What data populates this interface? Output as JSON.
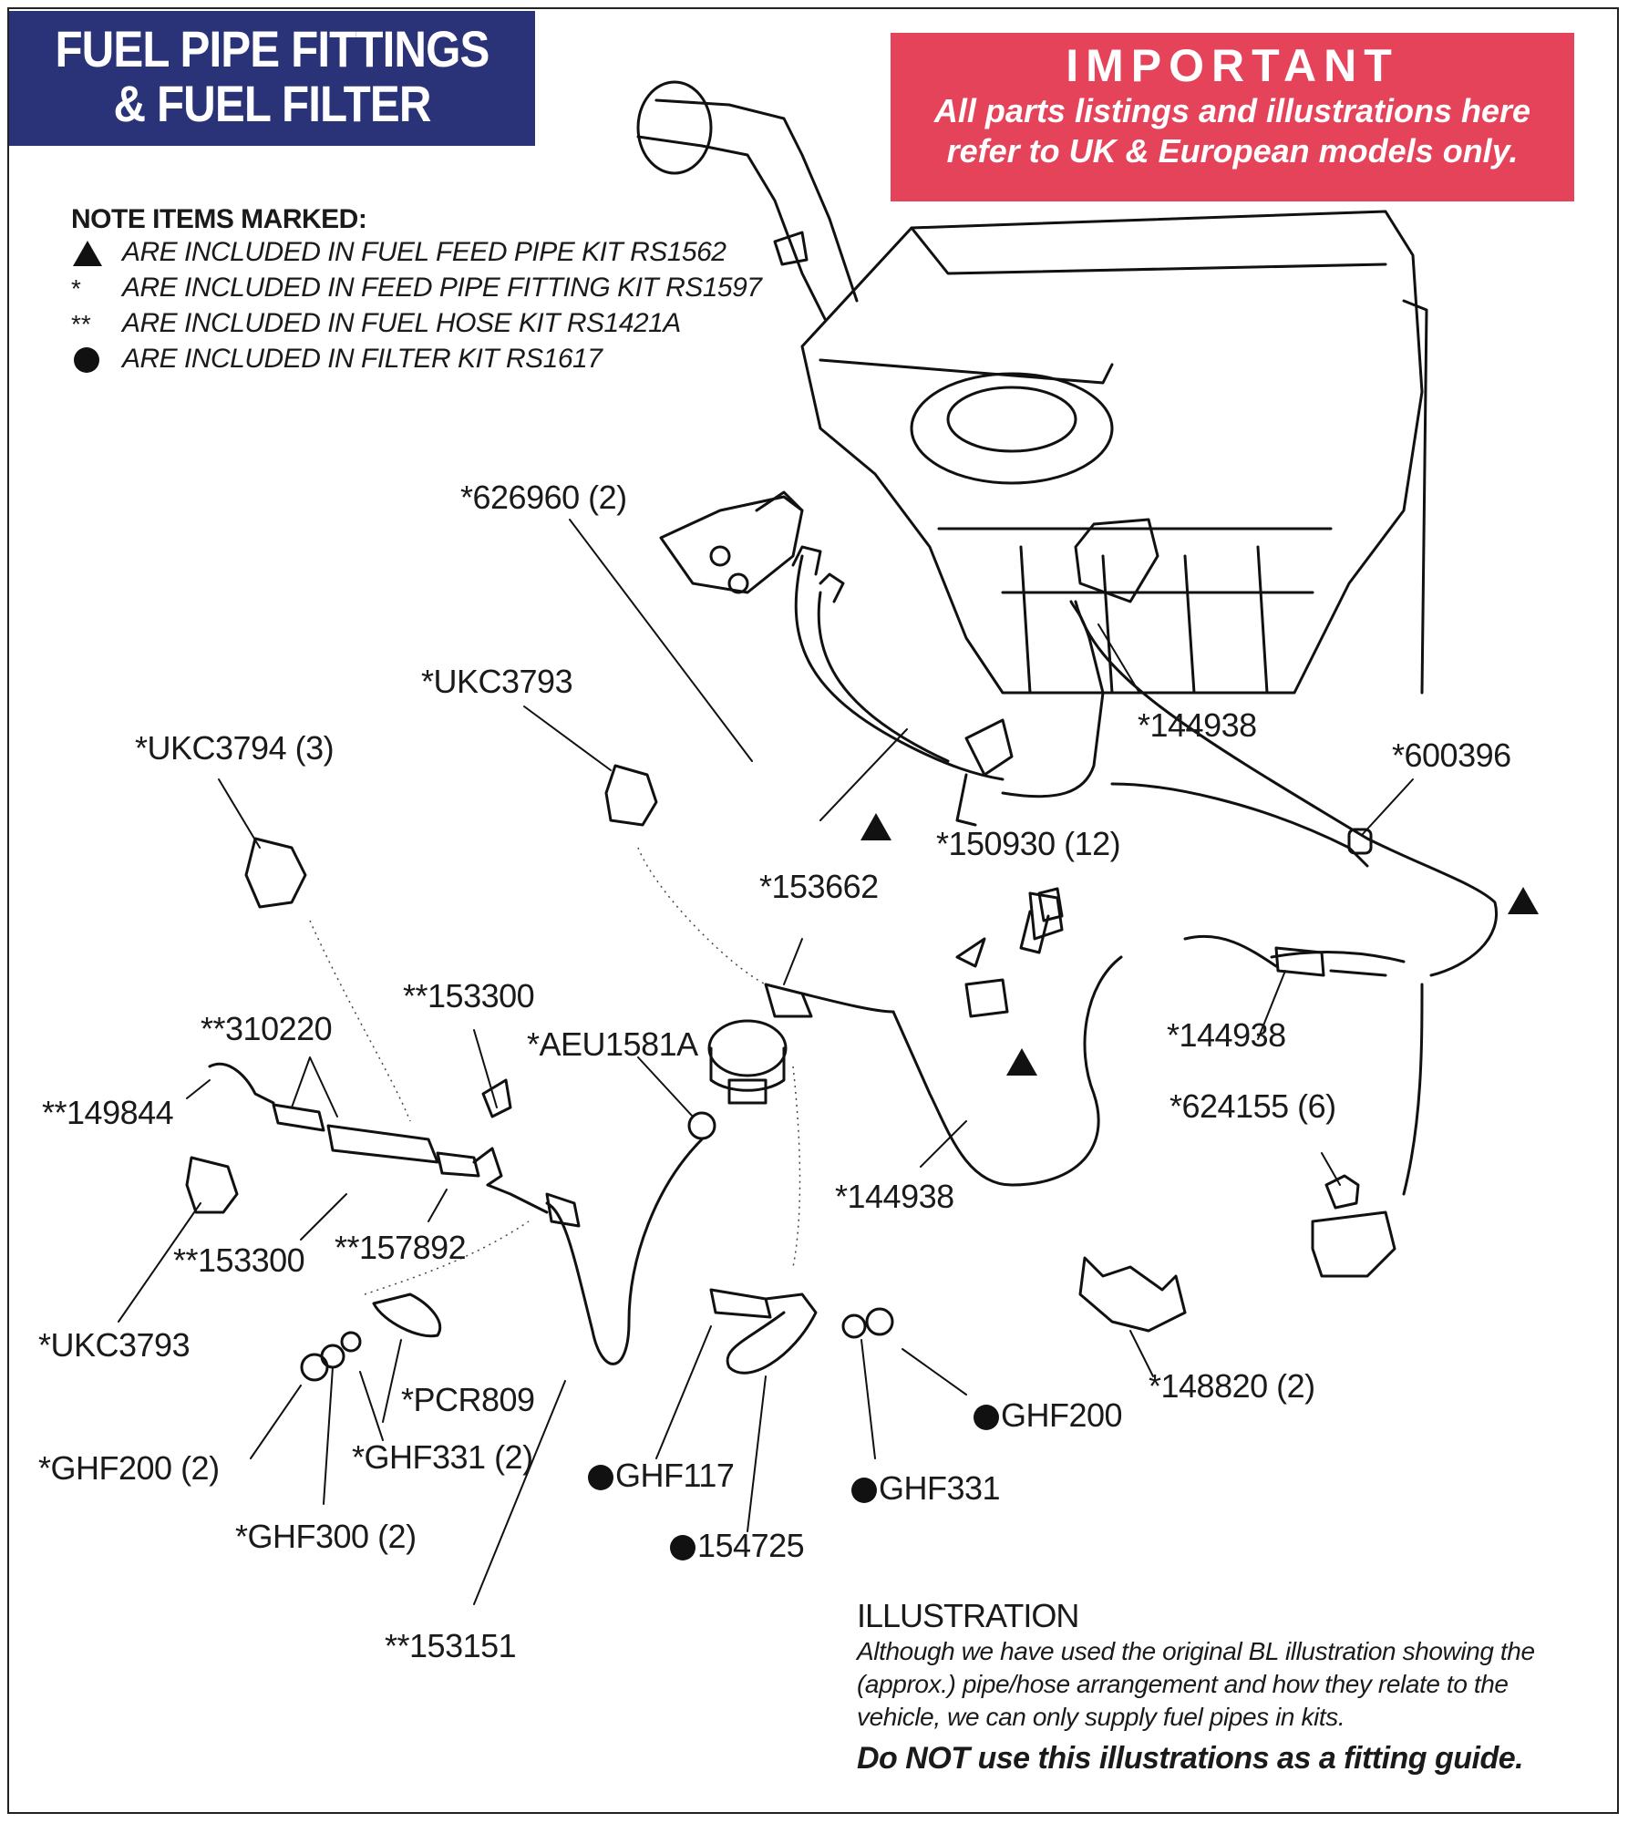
{
  "title": {
    "line1": "FUEL PIPE FITTINGS",
    "line2": "& FUEL FILTER"
  },
  "important": {
    "heading": "IMPORTANT",
    "line1": "All parts listings and illustrations here",
    "line2": "refer to UK & European models only."
  },
  "notes": {
    "heading": "NOTE ITEMS MARKED:",
    "items": [
      {
        "symbol": "triangle",
        "text": "ARE INCLUDED IN FUEL FEED PIPE KIT RS1562"
      },
      {
        "symbol": "*",
        "text": "ARE INCLUDED IN FEED PIPE FITTING KIT RS1597"
      },
      {
        "symbol": "**",
        "text": "ARE INCLUDED IN FUEL HOSE KIT RS1421A"
      },
      {
        "symbol": "dot",
        "text": "ARE INCLUDED IN FILTER KIT RS1617"
      }
    ]
  },
  "callouts": {
    "p626960": "*626960 (2)",
    "ukc3793_top": "*UKC3793",
    "ukc3794": "*UKC3794 (3)",
    "p144938_top": "*144938",
    "p600396": "*600396",
    "p150930": "*150930 (12)",
    "p153662": "*153662",
    "p153300_top": "**153300",
    "p310220": "**310220",
    "aeu1581a": "*AEU1581A",
    "p149844": "**149844",
    "p144938_right": "*144938",
    "p624155": "*624155 (6)",
    "p144938_mid": "*144938",
    "p153300_bot": "**153300",
    "p157892": "**157892",
    "ukc3793_bot": "*UKC3793",
    "pcr809": "*PCR809",
    "p148820": "*148820 (2)",
    "ghf200_dot": "GHF200",
    "ghf200_2": "*GHF200 (2)",
    "ghf331_2": "*GHF331 (2)",
    "ghf117": "GHF117",
    "ghf331_dot": "GHF331",
    "ghf300_2": "*GHF300 (2)",
    "p154725": "154725",
    "p153151": "**153151"
  },
  "illustration": {
    "heading": "ILLUSTRATION",
    "line1": "Although we have used the original BL illustration showing the",
    "line2": "(approx.) pipe/hose arrangement and how they relate to the",
    "line3": "vehicle, we can only supply fuel pipes in kits.",
    "warning": "Do NOT use this illustrations as a fitting guide."
  },
  "colors": {
    "title_bg": "#2b3378",
    "important_bg": "#e5435a",
    "ink": "#111111"
  }
}
